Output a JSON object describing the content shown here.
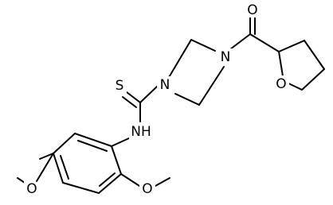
{
  "molecule": {
    "atoms": {
      "sulfur": "S",
      "amine": "NH",
      "piperazine_n1": "N",
      "piperazine_n4": "N",
      "carbonyl_o": "O",
      "ring_o": "O",
      "methoxy_o1": "O",
      "methoxy_o2": "O"
    }
  },
  "colors": {
    "bond": "#000000",
    "background": "#ffffff"
  }
}
